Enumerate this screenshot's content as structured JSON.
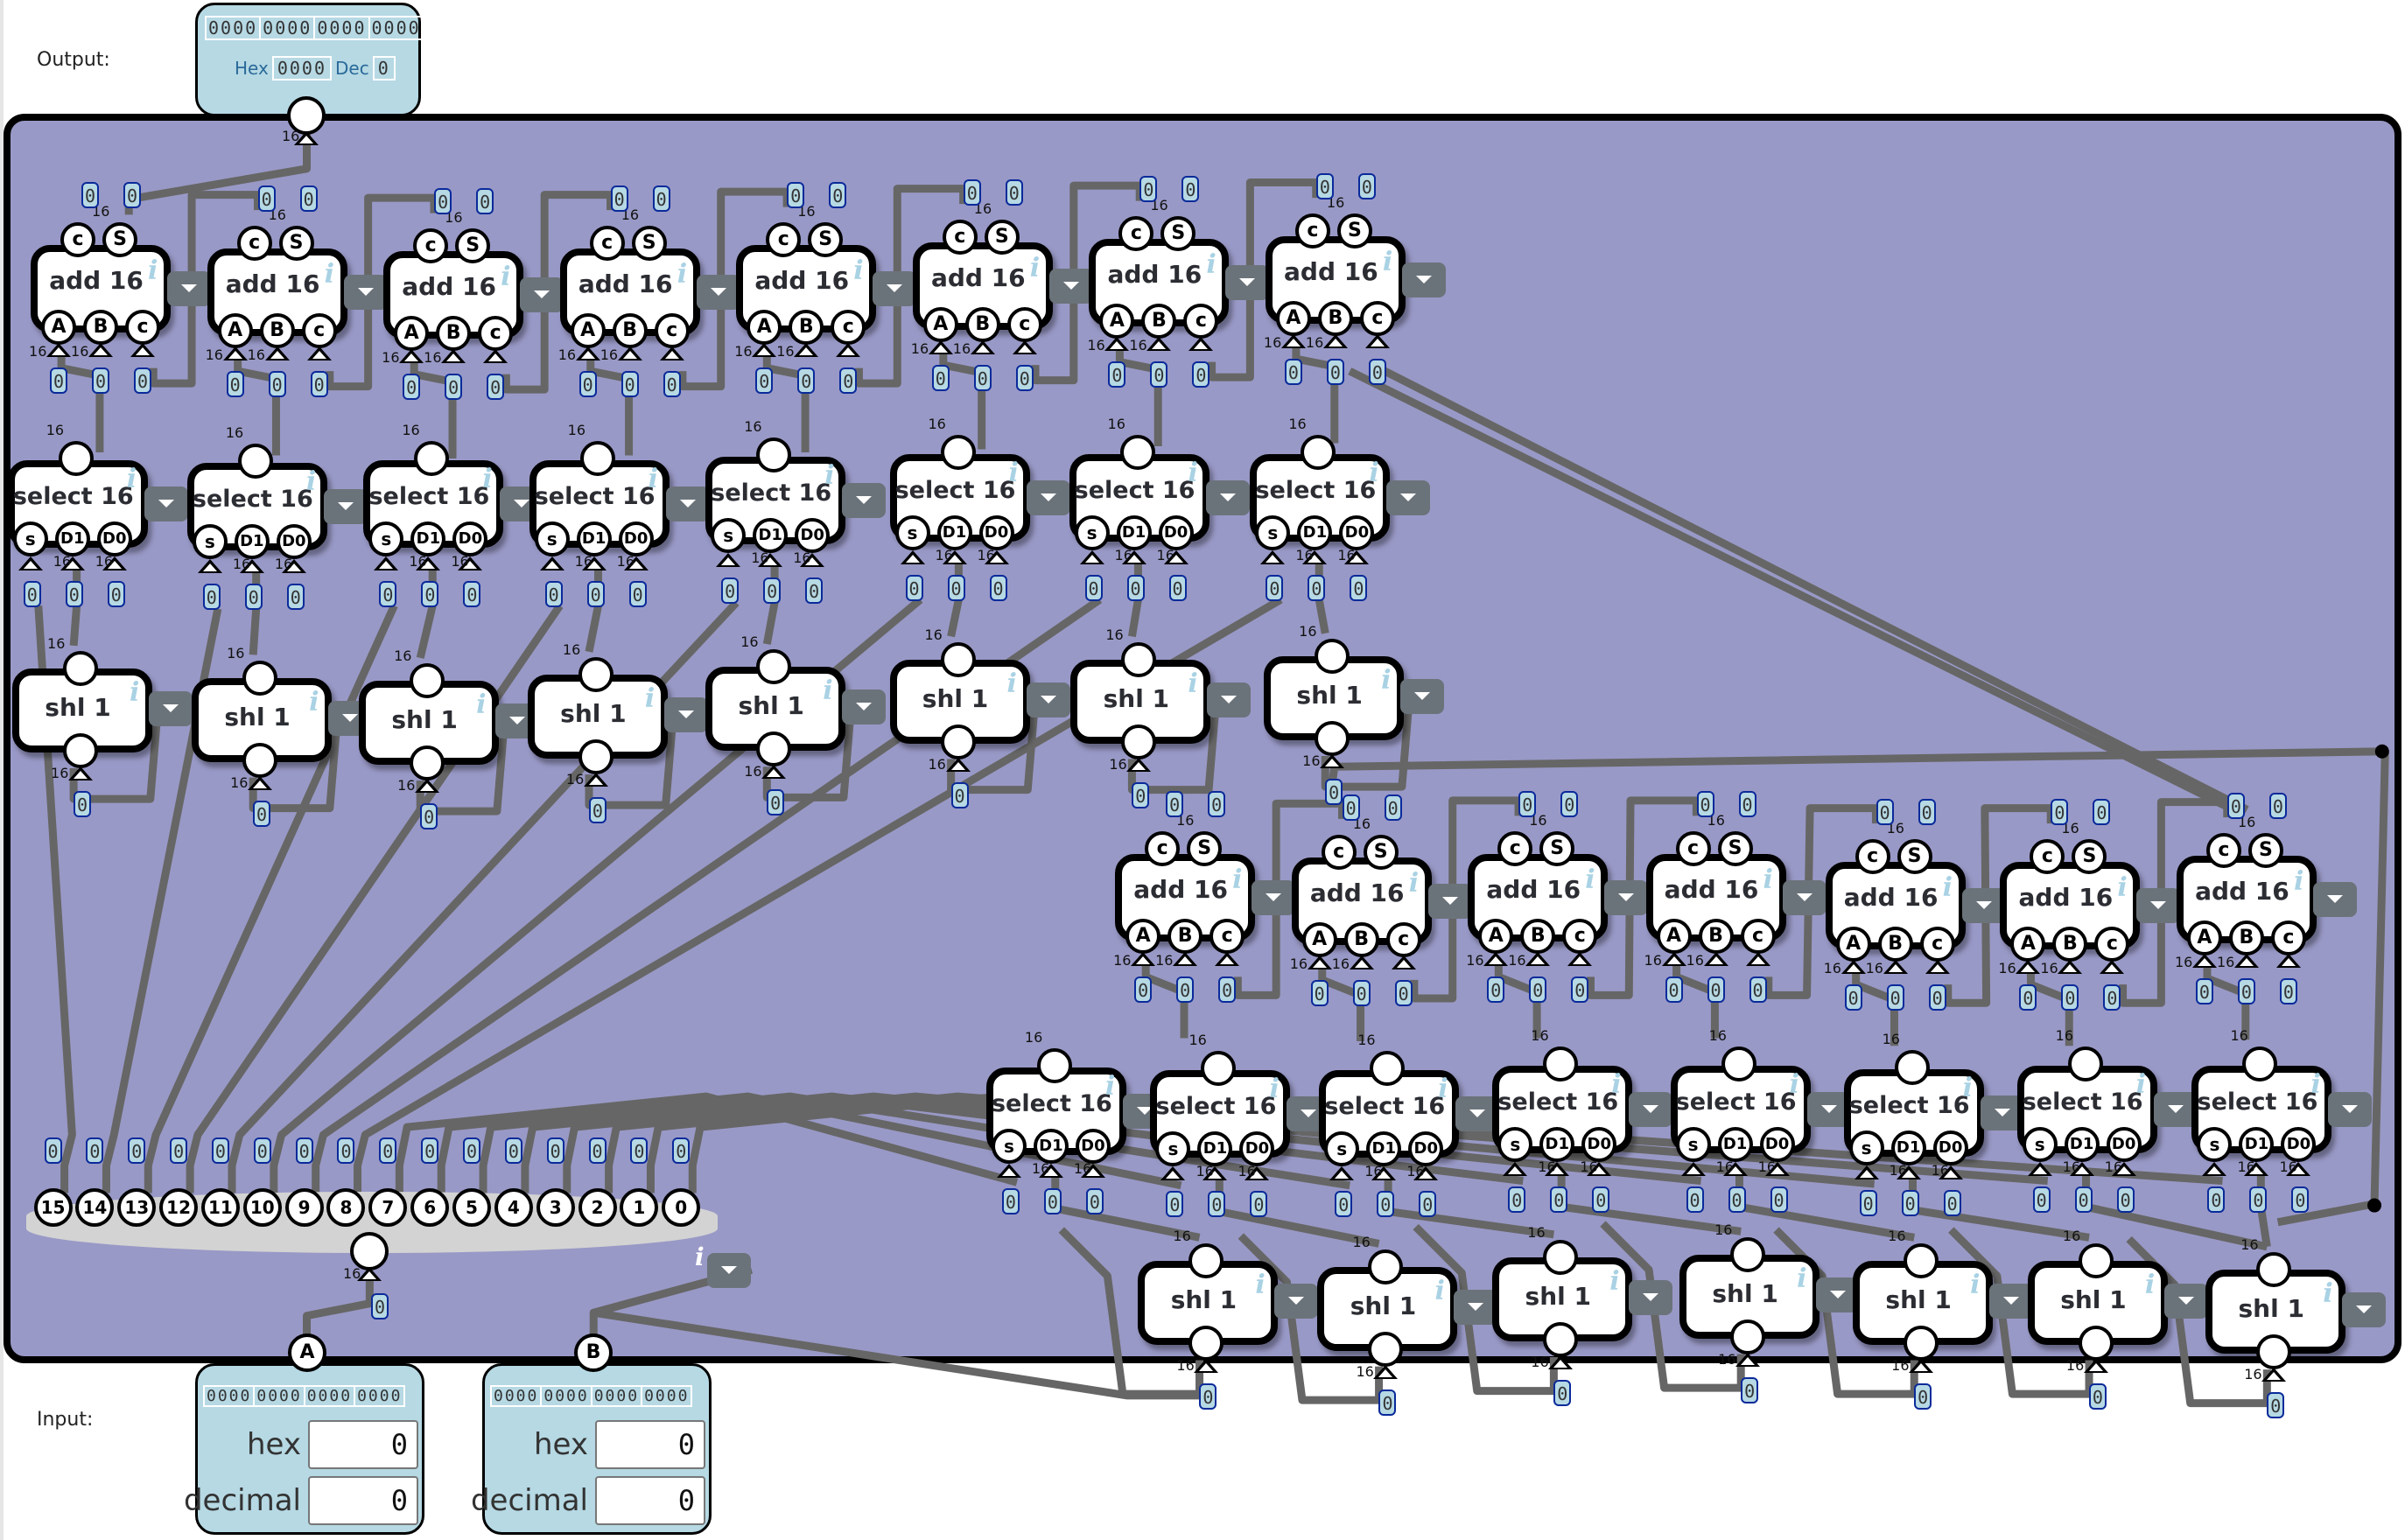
{
  "labels": {
    "output": "Output:",
    "input": "Input:"
  },
  "output": {
    "bits": [
      "0000",
      "0000",
      "0000",
      "0000"
    ],
    "hex_label": "Hex",
    "hex_value": "0000",
    "dec_label": "Dec",
    "dec_value": "0"
  },
  "inputs": [
    {
      "pin": "A",
      "bits": [
        "0000",
        "0000",
        "0000",
        "0000"
      ],
      "hex_label": "hex",
      "hex_value": "0",
      "dec_label": "decimal",
      "dec_value": "0"
    },
    {
      "pin": "B",
      "bits": [
        "0000",
        "0000",
        "0000",
        "0000"
      ],
      "hex_label": "hex",
      "hex_value": "0",
      "dec_label": "decimal",
      "dec_value": "0"
    }
  ],
  "bus_width": "16",
  "wire_value": "0",
  "splitter": {
    "bits": [
      "15",
      "14",
      "13",
      "12",
      "11",
      "10",
      "9",
      "8",
      "7",
      "6",
      "5",
      "4",
      "3",
      "2",
      "1",
      "0"
    ]
  },
  "components": {
    "add": {
      "title": "add 16",
      "pins_top": [
        "c",
        "S"
      ],
      "pins_bottom": [
        "A",
        "B",
        "c"
      ]
    },
    "select": {
      "title": "select 16",
      "pins_bottom": [
        "s",
        "D1",
        "D0"
      ]
    },
    "shl": {
      "title": "shl 1"
    }
  },
  "colors": {
    "board": "#9999c7",
    "io_panel": "#b6d9e4",
    "wire": "#666666",
    "dropdown": "#6b737a",
    "info": "#a9d2e4"
  }
}
